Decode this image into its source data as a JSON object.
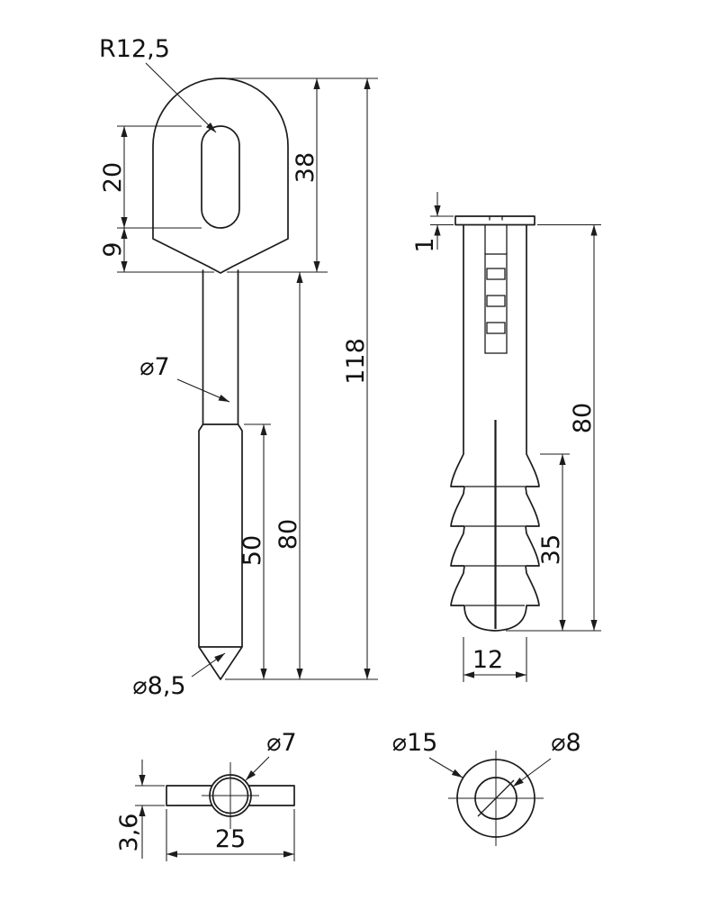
{
  "drawing": {
    "bolt_front": {
      "head_radius": "R12,5",
      "slot_length": "20",
      "slot_to_point": "9",
      "head_height": "38",
      "overall_length": "118",
      "shank_diameter": "⌀7",
      "shaft_length": "80",
      "thread_length": "50",
      "thread_diameter": "⌀8,5"
    },
    "plug_front": {
      "collar_thickness": "1",
      "overall_length": "80",
      "fin_section_length": "35",
      "body_width": "12"
    },
    "bolt_top": {
      "hole_diameter": "⌀7",
      "plate_width": "25",
      "plate_thickness": "3,6"
    },
    "plug_top": {
      "collar_diameter": "⌀15",
      "bore_diameter": "⌀8"
    }
  }
}
